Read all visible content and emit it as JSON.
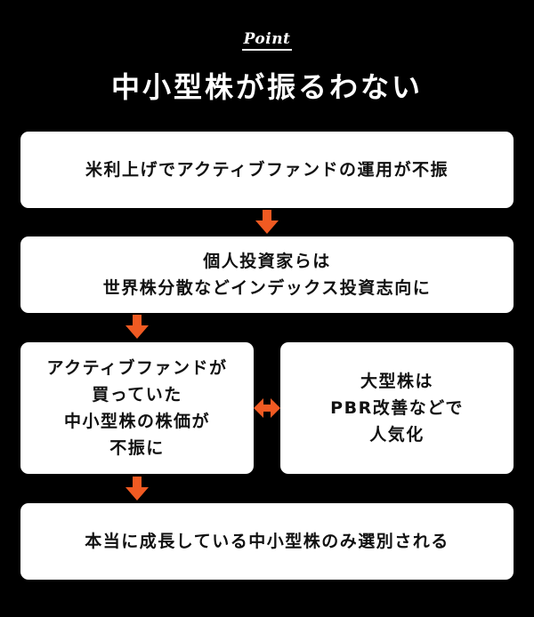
{
  "header": {
    "point_label": "Point",
    "title": "中小型株が振るわない"
  },
  "boxes": {
    "box1": "米利上げでアクティブファンドの運用が不振",
    "box2": "個人投資家らは\n世界株分散などインデックス投資志向に",
    "box3": "アクティブファンドが\n買っていた\n中小型株の株価が\n不振に",
    "box4": "大型株は\nPBR改善などで\n人気化",
    "box5": "本当に成長している中小型株のみ選別される"
  },
  "colors": {
    "background": "#000000",
    "box": "#ffffff",
    "arrow": "#f05a22",
    "text": "#111111"
  },
  "icons": {
    "down_arrow": "down-arrow-icon",
    "double_arrow": "double-arrow-icon"
  }
}
